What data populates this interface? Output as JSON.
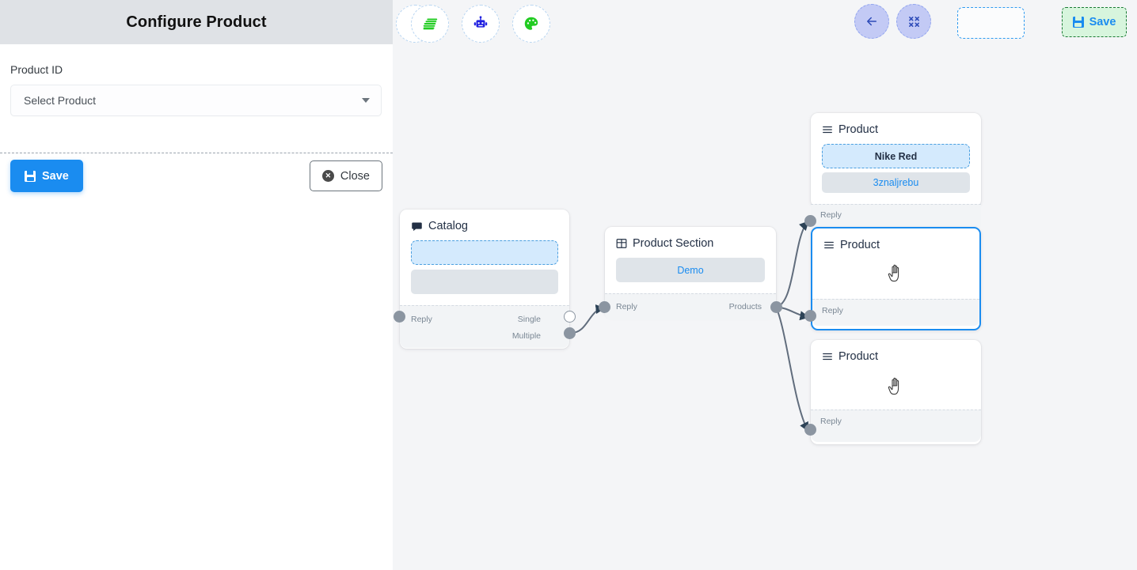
{
  "panel": {
    "title": "Configure Product",
    "field_label": "Product ID",
    "select_value": "Select Product",
    "select_placeholder": "Select Product",
    "save_label": "Save",
    "close_label": "Close"
  },
  "toolbar": {
    "icons": [
      {
        "name": "layers-stack-icon",
        "color": "#22cc22"
      },
      {
        "name": "robot-icon",
        "color": "#2020e0"
      },
      {
        "name": "palette-icon",
        "color": "#22cc22"
      }
    ],
    "back_label": "",
    "fit_label": "",
    "save_label": "Save",
    "accent_green": "#d7f5dd",
    "accent_blue": "#1a8cf0",
    "purple": "#c3caf5"
  },
  "canvas": {
    "background": "#f4f5f7",
    "nodes": [
      {
        "id": "catalog",
        "title": "Catalog",
        "icon": "chat-bubble-icon",
        "chips": [
          {
            "text": "",
            "style": "dashed"
          },
          {
            "text": "",
            "style": "gray"
          }
        ],
        "ports_in": [
          "Reply"
        ],
        "ports_out": [
          "Single",
          "Multiple"
        ]
      },
      {
        "id": "product-section",
        "title": "Product Section",
        "icon": "table-grid-icon",
        "chips": [
          {
            "text": "Demo",
            "style": "gray"
          }
        ],
        "ports_in": [
          "Reply"
        ],
        "ports_out": [
          "Products"
        ]
      },
      {
        "id": "product-1",
        "title": "Product",
        "icon": "list-lines-icon",
        "chips": [
          {
            "text": "Nike Red",
            "style": "dashed"
          },
          {
            "text": "3znaljrebu",
            "style": "gray"
          }
        ],
        "ports_in": [
          "Reply"
        ],
        "ports_out": []
      },
      {
        "id": "product-2",
        "title": "Product",
        "icon": "list-lines-icon",
        "chips": [],
        "ports_in": [
          "Reply"
        ],
        "ports_out": [],
        "selected": true
      },
      {
        "id": "product-3",
        "title": "Product",
        "icon": "list-lines-icon",
        "chips": [],
        "ports_in": [
          "Reply"
        ],
        "ports_out": []
      }
    ]
  }
}
